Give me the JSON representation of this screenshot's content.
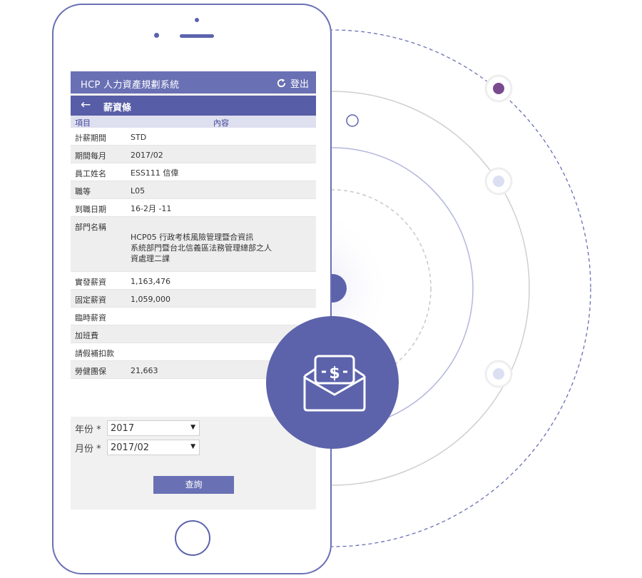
{
  "app": {
    "title": "HCP 人力資產規劃系統",
    "logout_label": "登出"
  },
  "page": {
    "title": "薪資條",
    "back_icon": "back-arrow-icon"
  },
  "table": {
    "headers": [
      "項目",
      "內容"
    ],
    "rows": [
      {
        "label": "計薪期間",
        "value": "STD"
      },
      {
        "label": "期間每月",
        "value": "2017/02"
      },
      {
        "label": "員工姓名",
        "value": "ESS111 信偉"
      },
      {
        "label": "職等",
        "value": "L05"
      },
      {
        "label": "到職日期",
        "value": "16-2月 -11"
      },
      {
        "label": "部門名稱",
        "value": "HCP05 行政考核風險管理暨合資訊\n系統部門暨台北信義區法務管理總部之人\n資處理二課"
      },
      {
        "label": "實發薪資",
        "value": "1,163,476"
      },
      {
        "label": "固定薪資",
        "value": "1,059,000"
      },
      {
        "label": "臨時薪資",
        "value": ""
      },
      {
        "label": "加班費",
        "value": ""
      },
      {
        "label": "請假補扣款",
        "value": ""
      },
      {
        "label": "勞健團保",
        "value": "21,663"
      }
    ]
  },
  "form": {
    "year_label": "年份 *",
    "year_value": "2017",
    "month_label": "月份 *",
    "month_value": "2017/02",
    "query_label": "查詢"
  },
  "colors": {
    "primary": "#6970b4",
    "dark_primary": "#575da6",
    "accent_dot": "#7a4a8e",
    "light_dot": "#dcdff2"
  }
}
